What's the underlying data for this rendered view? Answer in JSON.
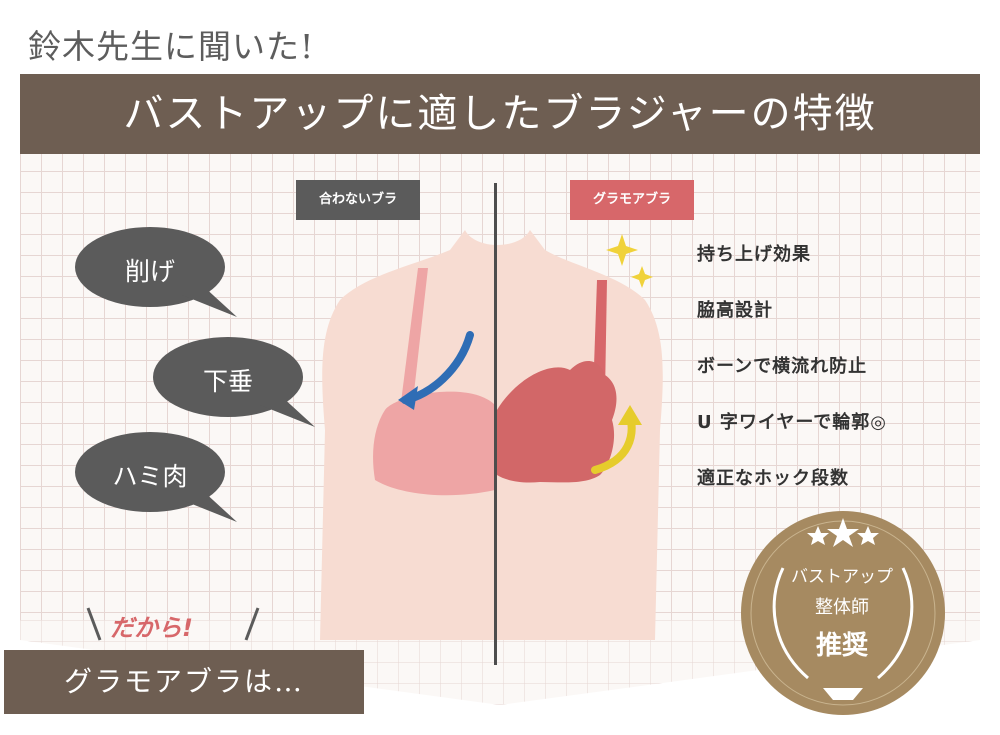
{
  "kicker": "鈴木先生に聞いた!",
  "title": "バストアップに適したブラジャーの特徴",
  "tags": {
    "bad": "合わないブラ",
    "good": "グラモアブラ"
  },
  "problems": [
    "削げ",
    "下垂",
    "ハミ肉"
  ],
  "features": [
    "持ち上げ効果",
    "脇高設計",
    "ボーンで横流れ防止",
    "U 字ワイヤーで輪郭◎",
    "適正なホック段数"
  ],
  "dakara": "だから!",
  "bottom_banner": "グラモアブラは…",
  "badge": {
    "line1": "バストアップ",
    "line2": "整体師",
    "line3": "推奨"
  },
  "colors": {
    "brown": "#6e5e52",
    "pink_tag": "#d7676a",
    "gray_tag": "#5b5b5b",
    "highlight": "#f4e86e",
    "gold": "#a68a61"
  }
}
